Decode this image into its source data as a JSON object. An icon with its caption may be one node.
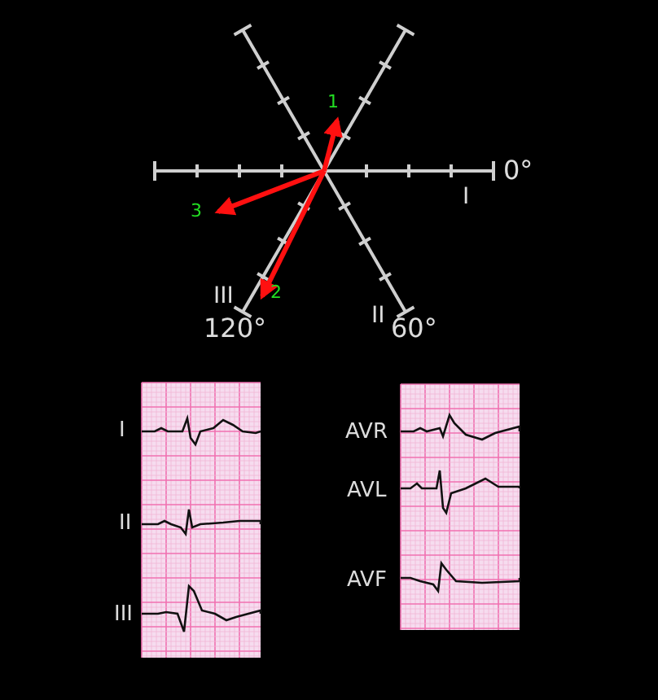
{
  "diagram": {
    "labels": [
      "1",
      "0°",
      "I",
      "3",
      "III",
      "2",
      "120°",
      "II",
      "60°",
      "I",
      "AVR",
      "AVL",
      "II",
      "AVF",
      "III"
    ]
  }
}
